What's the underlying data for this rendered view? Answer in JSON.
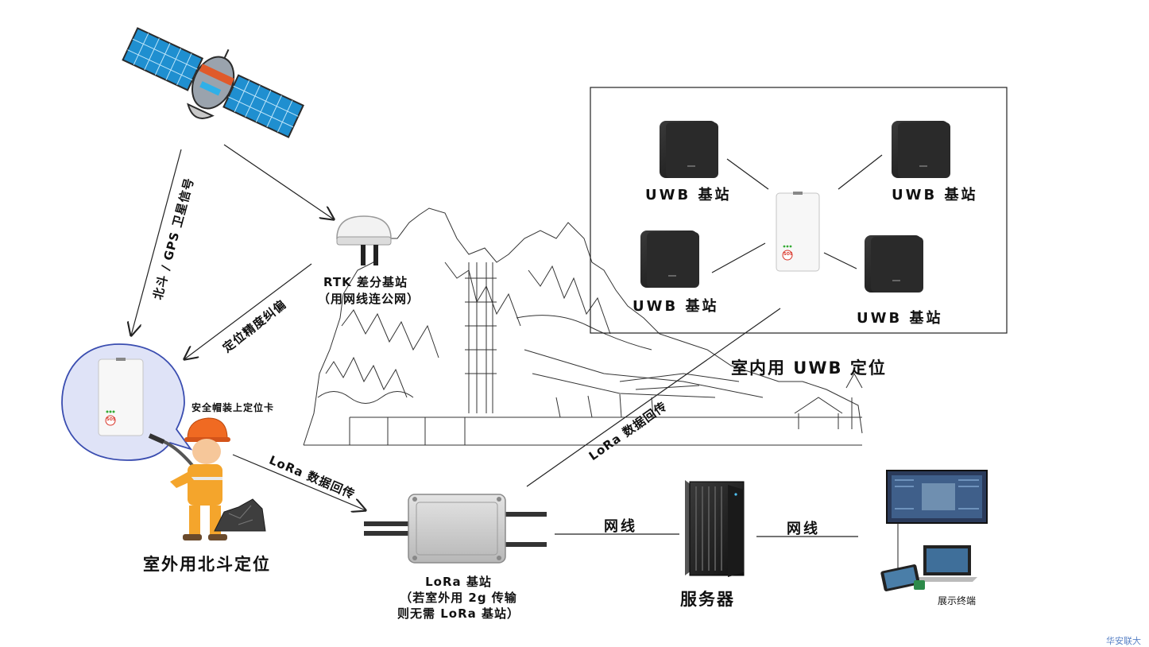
{
  "labels": {
    "satellite_signal": "北斗 / GPS 卫星信号",
    "rtk_line1": "RTK 差分基站",
    "rtk_line2": "（用网线连公网）",
    "correction": "定位精度纠偏",
    "helmet_card": "安全帽装上定位卡",
    "outdoor": "室外用北斗定位",
    "lora_link_left": "LoRa 数据回传",
    "lora_link_right": "LoRa 数据回传",
    "lora_line1": "LoRa 基站",
    "lora_line2": "（若室外用 2g 传输",
    "lora_line3": "则无需 LoRa 基站）",
    "cable1": "网线",
    "cable2": "网线",
    "server": "服务器",
    "display": "展示终端",
    "indoor": "室内用 UWB 定位",
    "uwb_tl": "UWB 基站",
    "uwb_tr": "UWB 基站",
    "uwb_bl": "UWB 基站",
    "uwb_br": "UWB 基站",
    "tag_sos": "SOS",
    "watermark": "华安联大"
  },
  "icons": [
    "satellite-icon",
    "rtk-antenna-icon",
    "locator-card-icon",
    "miner-icon",
    "coal-icon",
    "lora-gateway-icon",
    "server-rack-icon",
    "display-terminal-icon",
    "uwb-anchor-icon",
    "mountain-scene-illustration"
  ],
  "colors": {
    "bubble_fill": "#dfe3f7",
    "bubble_stroke": "#3a4db0",
    "helmet": "#f06a22",
    "sos_red": "#d9382c",
    "watermark": "#5a82c6"
  }
}
